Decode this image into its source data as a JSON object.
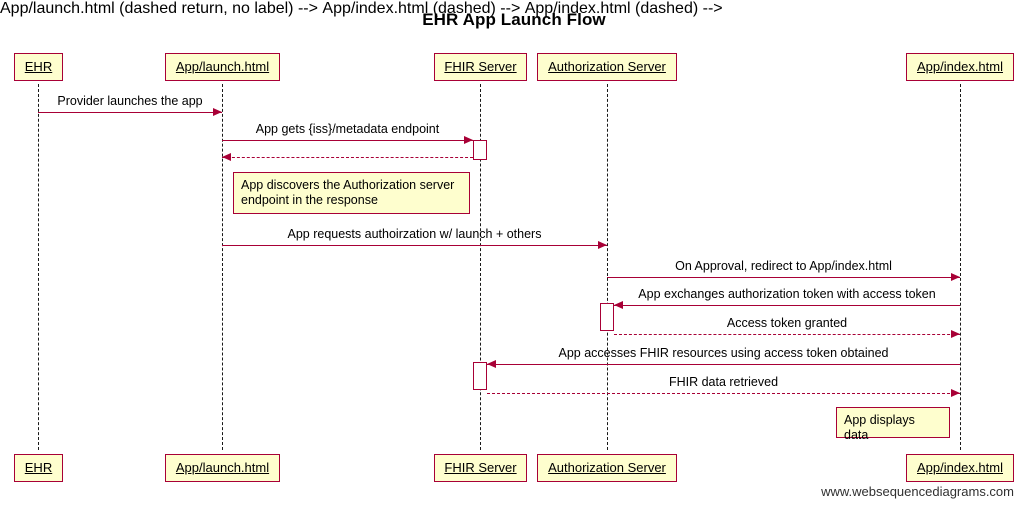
{
  "diagram": {
    "title": "EHR App Launch Flow",
    "watermark": "www.websequencediagrams.com",
    "colors": {
      "note_fill": "#FEFECE",
      "accent_border": "#A80036",
      "lifeline": "#191919",
      "background": "#FFFFFF"
    }
  },
  "participants": [
    {
      "id": "ehr",
      "label": "EHR"
    },
    {
      "id": "launch",
      "label": "App/launch.html"
    },
    {
      "id": "fhir",
      "label": "FHIR Server"
    },
    {
      "id": "auth",
      "label": "Authorization Server"
    },
    {
      "id": "index",
      "label": "App/index.html"
    }
  ],
  "messages": [
    {
      "id": "m1",
      "label": "Provider launches the app",
      "from": "ehr",
      "to": "launch",
      "style": "solid",
      "direction": "right"
    },
    {
      "id": "m2",
      "label": "App gets {iss}/metadata endpoint",
      "from": "launch",
      "to": "fhir",
      "style": "solid",
      "direction": "right"
    },
    {
      "id": "m3",
      "label": "",
      "from": "fhir",
      "to": "launch",
      "style": "dashed",
      "direction": "left"
    },
    {
      "id": "m4",
      "label": "App requests authoirzation w/ launch + others",
      "from": "launch",
      "to": "auth",
      "style": "solid",
      "direction": "right"
    },
    {
      "id": "m5",
      "label": "On Approval, redirect to App/index.html",
      "from": "auth",
      "to": "index",
      "style": "solid",
      "direction": "right"
    },
    {
      "id": "m6",
      "label": "App exchanges authorization token with access token",
      "from": "index",
      "to": "auth",
      "style": "solid",
      "direction": "left"
    },
    {
      "id": "m7",
      "label": "Access token granted",
      "from": "auth",
      "to": "index",
      "style": "dashed",
      "direction": "right"
    },
    {
      "id": "m8",
      "label": "App accesses FHIR resources using access token obtained",
      "from": "index",
      "to": "fhir",
      "style": "solid",
      "direction": "left"
    },
    {
      "id": "m9",
      "label": "FHIR data retrieved",
      "from": "fhir",
      "to": "index",
      "style": "dashed",
      "direction": "right"
    }
  ],
  "notes": [
    {
      "id": "note1",
      "text": "App discovers the Authorization server endpoint in the response",
      "anchor": "launch"
    },
    {
      "id": "note2",
      "text": "App displays data",
      "anchor": "index"
    }
  ]
}
